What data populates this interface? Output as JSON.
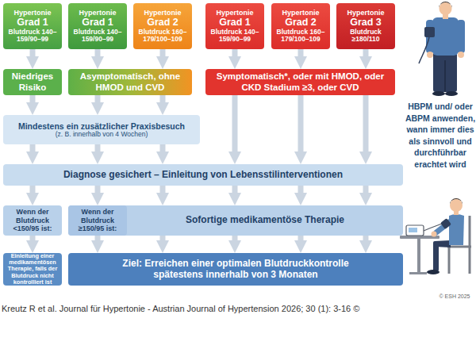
{
  "diagram": {
    "caption": "Kreutz R et al. Journal für Hypertonie - Austrian Journal of Hypertension 2026; 30 (1): 3-16 ©",
    "nodes": [
      {
        "text": [
          "Hypertonie",
          "Grad 1",
          "Blutdruck 140–159/90–99"
        ]
      },
      {
        "text": [
          "Hypertonie",
          "Grad 1",
          "Blutdruck 140–159/90–99"
        ]
      },
      {
        "text": [
          "Hypertonie",
          "Grad 2",
          "Blutdruck 160–179/100–109"
        ]
      },
      {
        "text": [
          "Hypertonie",
          "Grad 1",
          "Blutdruck 140–159/90–99"
        ]
      },
      {
        "text": [
          "Hypertonie",
          "Grad 2",
          "Blutdruck 160–179/100–109"
        ]
      },
      {
        "text": [
          "Hypertonie",
          "Grad 3",
          "Blutdruck ≥180/110"
        ]
      },
      {
        "text": [
          "Niedriges Risiko"
        ]
      },
      {
        "text": [
          "Asymptomatisch, ohne HMOD und CVD"
        ]
      },
      {
        "text": [
          "Symptomatisch*, oder mit HMOD, oder CKD Stadium ≥3, oder CVD"
        ]
      },
      {
        "text": [
          "Mindestens ein zusätzlicher Praxisbesuch",
          "(z. B. innerhalb von 4 Wochen)"
        ]
      },
      {
        "text": [
          "Diagnose gesichert – Einleitung von Lebensstilinterventionen"
        ]
      },
      {
        "text": [
          "Wenn der Blutdruck <150/95 ist:"
        ]
      },
      {
        "text": [
          "Sofortige medikamentöse Therapie"
        ]
      },
      {
        "text": [
          "Wenn der Blutdruck ≥150/95 ist:"
        ],
        "in": 12
      },
      {
        "text": [
          "Einleitung einer medikamentösen Therapie, falls der Blutdruck nicht kontrolliert ist"
        ]
      },
      {
        "text": [
          "Ziel: Erreichen einer optimalen Blutdruckkontrolle spätestens innerhalb von 3 Monaten"
        ]
      }
    ],
    "edges": [
      {
        "from": 0,
        "to": 6,
        "arrow": "to"
      },
      {
        "from": 1,
        "to": 7,
        "arrow": "to"
      },
      {
        "from": 2,
        "to": 7,
        "arrow": "to"
      },
      {
        "from": 3,
        "to": 8,
        "arrow": "to"
      },
      {
        "from": 4,
        "to": 8,
        "arrow": "to"
      },
      {
        "from": 5,
        "to": 8,
        "arrow": "to"
      },
      {
        "from": 6,
        "to": 9,
        "arrow": "to"
      },
      {
        "from": 7,
        "to": 9,
        "arrow": "to"
      },
      {
        "from": 7,
        "to": 9,
        "arrow": "to"
      },
      {
        "from": 8,
        "to": 10,
        "arrow": "to"
      },
      {
        "from": 8,
        "to": 10,
        "arrow": "to"
      },
      {
        "from": 8,
        "to": 10,
        "arrow": "to"
      },
      {
        "from": 9,
        "to": 10,
        "arrow": "to"
      },
      {
        "from": 9,
        "to": 10,
        "arrow": "to"
      },
      {
        "from": 9,
        "to": 10,
        "arrow": "to"
      },
      {
        "from": 10,
        "to": 11,
        "arrow": "to"
      },
      {
        "from": 10,
        "to": 13,
        "arrow": "to"
      },
      {
        "from": 10,
        "to": 12,
        "arrow": "to"
      },
      {
        "from": 10,
        "to": 12,
        "arrow": "to"
      },
      {
        "from": 10,
        "to": 12,
        "arrow": "to"
      },
      {
        "from": 10,
        "to": 12,
        "arrow": "to"
      },
      {
        "from": 11,
        "to": 14,
        "arrow": "to"
      },
      {
        "from": 13,
        "to": 15,
        "arrow": "to"
      },
      {
        "from": 12,
        "to": 15,
        "arrow": "to"
      },
      {
        "from": 12,
        "to": 15,
        "arrow": "to"
      },
      {
        "from": 12,
        "to": 15,
        "arrow": "to"
      },
      {
        "from": 12,
        "to": 15,
        "arrow": "to"
      }
    ],
    "labels": [
      "HBPM und/ oder ABPM anwenden, wann immer dies als sinnvoll und durchführbar erachtet wird",
      "© ESH 2025"
    ]
  }
}
